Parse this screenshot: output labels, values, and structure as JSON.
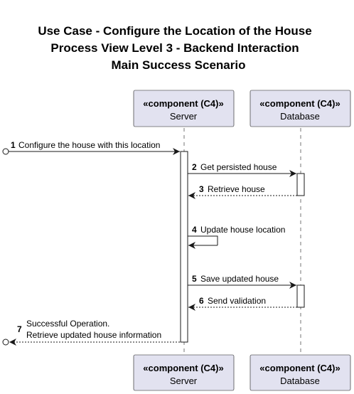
{
  "diagram": {
    "title_lines": [
      "Use Case - Configure the Location of the House",
      "Process View Level 3 - Backend Interaction",
      "Main Success Scenario"
    ],
    "participants": [
      {
        "stereotype": "«component (C4)»",
        "name": "Server"
      },
      {
        "stereotype": "«component (C4)»",
        "name": "Database"
      }
    ],
    "messages": [
      {
        "num": "1",
        "lines": [
          "Configure the house with this location"
        ],
        "from": "external",
        "to": "Server",
        "style": "solid"
      },
      {
        "num": "2",
        "lines": [
          "Get persisted house"
        ],
        "from": "Server",
        "to": "Database",
        "style": "solid"
      },
      {
        "num": "3",
        "lines": [
          "Retrieve house"
        ],
        "from": "Database",
        "to": "Server",
        "style": "dashed"
      },
      {
        "num": "4",
        "lines": [
          "Update house location"
        ],
        "from": "Server",
        "to": "Server",
        "style": "self"
      },
      {
        "num": "5",
        "lines": [
          "Save updated house"
        ],
        "from": "Server",
        "to": "Database",
        "style": "solid"
      },
      {
        "num": "6",
        "lines": [
          "Send validation"
        ],
        "from": "Database",
        "to": "Server",
        "style": "dashed"
      },
      {
        "num": "7",
        "lines": [
          "Successful Operation.",
          "Retrieve updated house information"
        ],
        "from": "Server",
        "to": "external",
        "style": "dashed"
      }
    ],
    "colors": {
      "participant_fill": "#E2E2F0",
      "participant_border": "#181818",
      "lifeline": "#181818",
      "activation_fill": "#ffffff"
    }
  }
}
